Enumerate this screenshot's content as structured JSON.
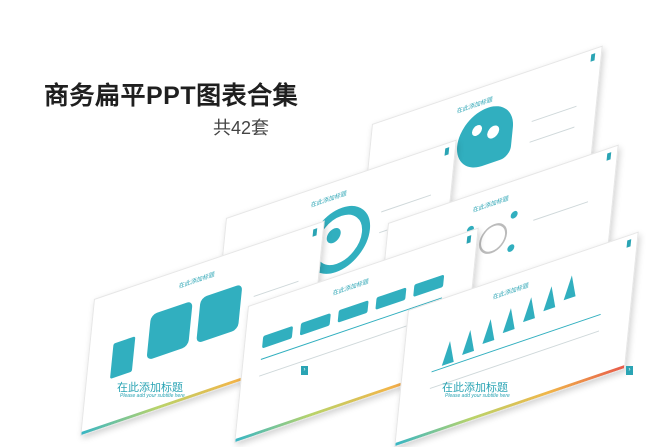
{
  "header": {
    "title": "商务扁平PPT图表合集",
    "subtitle": "共42套"
  },
  "slides": [
    {
      "title": "在此添加标题"
    },
    {
      "title": "在此添加标题"
    },
    {
      "title": "在此添加标题"
    },
    {
      "title": "在此添加标题"
    },
    {
      "title": "在此添加标题"
    },
    {
      "title": "在此添加标题"
    }
  ],
  "footer": [
    {
      "title": "在此添加标题",
      "subtitle": "Please add your subtitle here",
      "button": "›"
    },
    {
      "title": "在此添加标题",
      "subtitle": "Please add your subtitle here",
      "button": "›"
    }
  ],
  "colors": {
    "accent": "#2aa4b4",
    "title": "#1f1f1f"
  }
}
